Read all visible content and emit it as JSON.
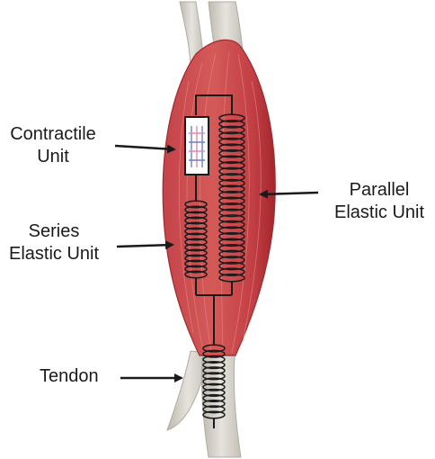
{
  "labels": {
    "contractile": [
      "Contractile",
      "Unit"
    ],
    "series": [
      "Series",
      "Elastic Unit"
    ],
    "parallel": [
      "Parallel",
      "Elastic Unit"
    ],
    "tendon": [
      "Tendon"
    ]
  },
  "colors": {
    "muscle": "#c9484a",
    "muscle_dark": "#a8282d",
    "muscle_light": "#e08a86",
    "tendon": "#d9d6cf",
    "tendon_shade": "#b9b5ac",
    "spring": "#1a1a1a",
    "arrow": "#1a1a1a",
    "sarcomere_blue": "#6d7fc4",
    "sarcomere_pink": "#e28aa8"
  }
}
